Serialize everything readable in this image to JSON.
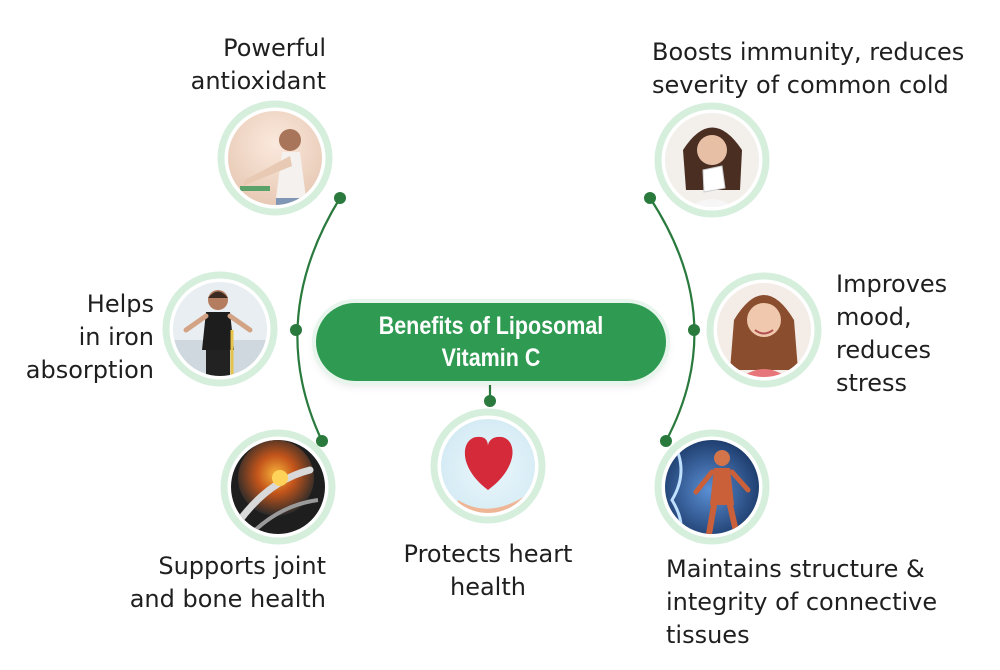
{
  "title": {
    "line1": "Benefits of Liposomal",
    "line2": "Vitamin C"
  },
  "benefits": [
    {
      "lines": [
        "Powerful",
        "antioxidant"
      ]
    },
    {
      "lines": [
        "Boosts immunity, reduces",
        "severity of common cold"
      ]
    },
    {
      "lines": [
        "Helps",
        "in iron",
        "absorption"
      ]
    },
    {
      "lines": [
        "Improves",
        "mood,",
        "reduces",
        "stress"
      ]
    },
    {
      "lines": [
        "Supports joint",
        "and bone health"
      ]
    },
    {
      "lines": [
        "Protects heart",
        "health"
      ]
    },
    {
      "lines": [
        "Maintains structure &",
        "integrity of connective",
        "tissues"
      ]
    }
  ],
  "icons": [
    "woman-stretching-icon",
    "woman-sneezing-icon",
    "woman-exercising-icon",
    "smiling-woman-icon",
    "joint-bone-icon",
    "heart-in-hand-icon",
    "connective-tissue-body-icon"
  ],
  "colors": {
    "accent": "#2f9a52",
    "connector": "#2a7a3e",
    "ring": "#d6efdd",
    "text": "#1f1f1f"
  }
}
